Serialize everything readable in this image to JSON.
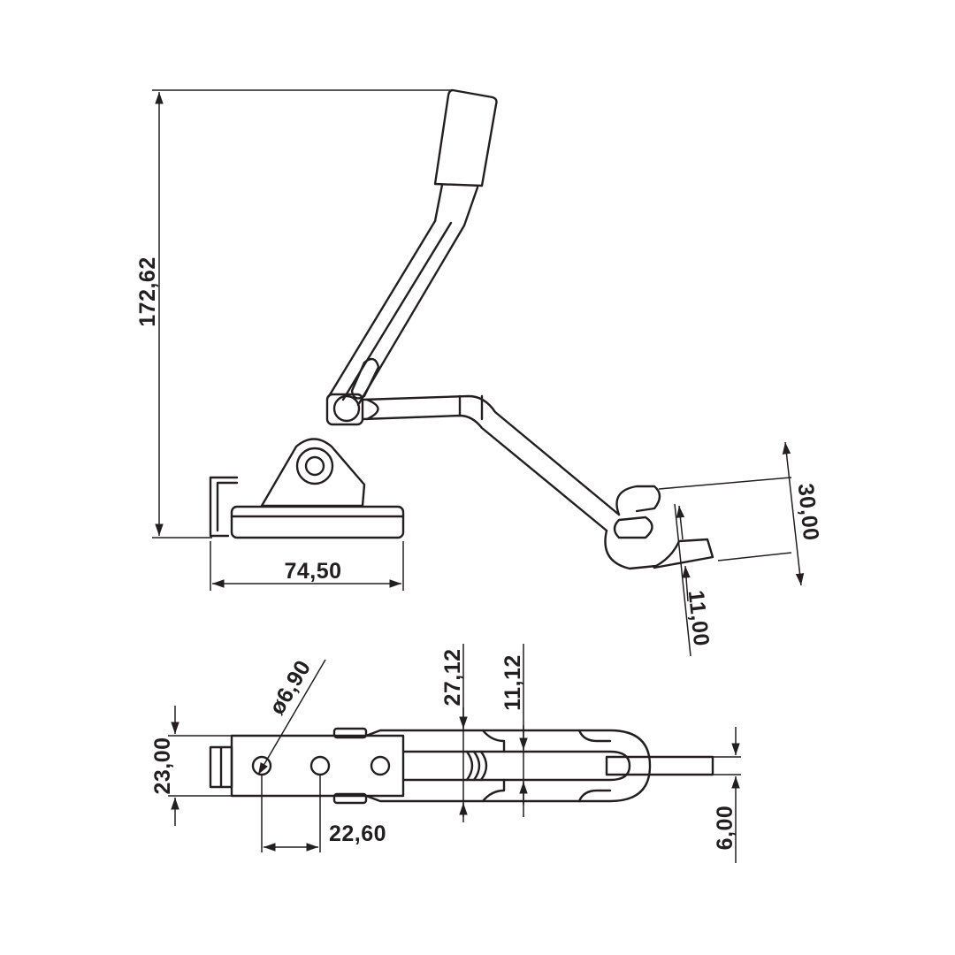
{
  "dimensions": {
    "overall_height": "172,62",
    "base_length": "74,50",
    "hook_opening": "30,00",
    "hook_tip": "11,00",
    "hole_diameter": "6,90",
    "hole_prefix": "ø",
    "base_width": "23,00",
    "hole_spacing": "22,60",
    "dim_27": "27,12",
    "dim_11": "11,12",
    "bar_thickness": "6,00"
  }
}
